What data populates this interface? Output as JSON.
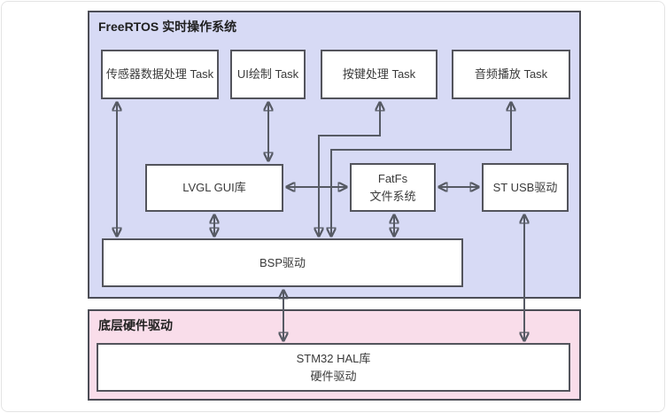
{
  "sections": {
    "freertos": {
      "title": "FreeRTOS 实时操作系统"
    },
    "hardware": {
      "title": "底层硬件驱动"
    }
  },
  "boxes": {
    "task_sensor": {
      "label": "传感器数据处理 Task"
    },
    "task_ui": {
      "label": "UI绘制 Task"
    },
    "task_key": {
      "label": "按键处理 Task"
    },
    "task_audio": {
      "label": "音频播放 Task"
    },
    "lvgl": {
      "label": "LVGL GUI库"
    },
    "fatfs": {
      "label_line1": "FatFs",
      "label_line2": "文件系统"
    },
    "st_usb": {
      "label": "ST USB驱动"
    },
    "bsp": {
      "label": "BSP驱动"
    },
    "hal": {
      "label_line1": "STM32 HAL库",
      "label_line2": "硬件驱动"
    }
  },
  "connections": [
    {
      "from": "BSP驱动",
      "to": "传感器数据处理 Task",
      "type": "bidirectional"
    },
    {
      "from": "LVGL GUI库",
      "to": "UI绘制 Task",
      "type": "bidirectional"
    },
    {
      "from": "BSP驱动",
      "to": "按键处理 Task",
      "type": "bidirectional"
    },
    {
      "from": "BSP驱动",
      "to": "音频播放 Task",
      "type": "bidirectional"
    },
    {
      "from": "LVGL GUI库",
      "to": "FatFs 文件系统",
      "type": "bidirectional"
    },
    {
      "from": "FatFs 文件系统",
      "to": "ST USB驱动",
      "type": "bidirectional"
    },
    {
      "from": "LVGL GUI库",
      "to": "BSP驱动",
      "type": "bidirectional"
    },
    {
      "from": "FatFs 文件系统",
      "to": "BSP驱动",
      "type": "bidirectional"
    },
    {
      "from": "ST USB驱动",
      "to": "STM32 HAL库 硬件驱动",
      "type": "bidirectional"
    },
    {
      "from": "BSP驱动",
      "to": "STM32 HAL库 硬件驱动",
      "type": "bidirectional"
    }
  ],
  "colors": {
    "freertos_panel_fill": "#d7daf5",
    "hardware_panel_fill": "#f9ddea",
    "panel_border": "#4c4d56",
    "node_fill": "#ffffff",
    "node_border": "#53545c",
    "arrow": "#565a64",
    "title_text": "#1f1f1f",
    "node_text": "#3a3a3a"
  }
}
